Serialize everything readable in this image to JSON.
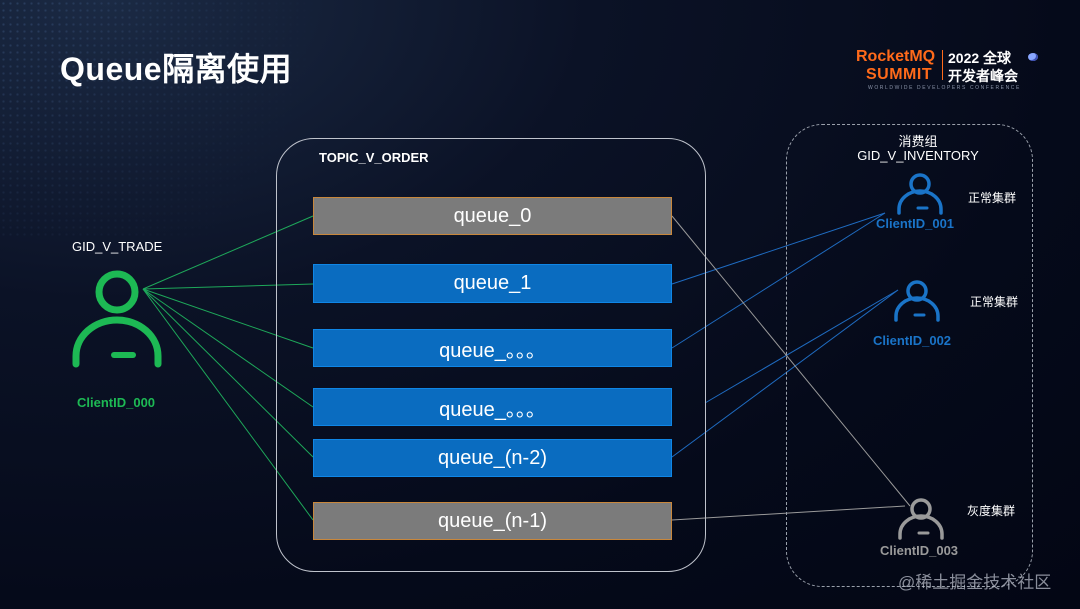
{
  "title": "Queue隔离使用",
  "logo": {
    "brand_line1": "RocketMQ",
    "brand_line2": "SUMMIT",
    "year_line": "2022 全球",
    "event_line": "开发者峰会",
    "subtitle": "WORLDWIDE DEVELOPERS CONFERENCE"
  },
  "topic": {
    "name": "TOPIC_V_ORDER"
  },
  "queues": [
    {
      "label": "queue_0",
      "style": "gray"
    },
    {
      "label": "queue_1",
      "style": "blue"
    },
    {
      "label": "queue_。。。",
      "style": "blue"
    },
    {
      "label": "queue_。。。",
      "style": "blue"
    },
    {
      "label": "queue_(n-2)",
      "style": "blue"
    },
    {
      "label": "queue_(n-1)",
      "style": "gray"
    }
  ],
  "producer": {
    "group": "GID_V_TRADE",
    "client_id": "ClientID_000",
    "color": "#1db954"
  },
  "consumer_group": {
    "title": "消费组",
    "gid": "GID_V_INVENTORY",
    "clients": [
      {
        "client_id": "ClientID_001",
        "cluster": "正常集群",
        "color": "#1a74c8"
      },
      {
        "client_id": "ClientID_002",
        "cluster": "正常集群",
        "color": "#1a74c8"
      },
      {
        "client_id": "ClientID_003",
        "cluster": "灰度集群",
        "color": "#9a9a9a"
      }
    ]
  },
  "watermark": "@稀土掘金技术社区"
}
